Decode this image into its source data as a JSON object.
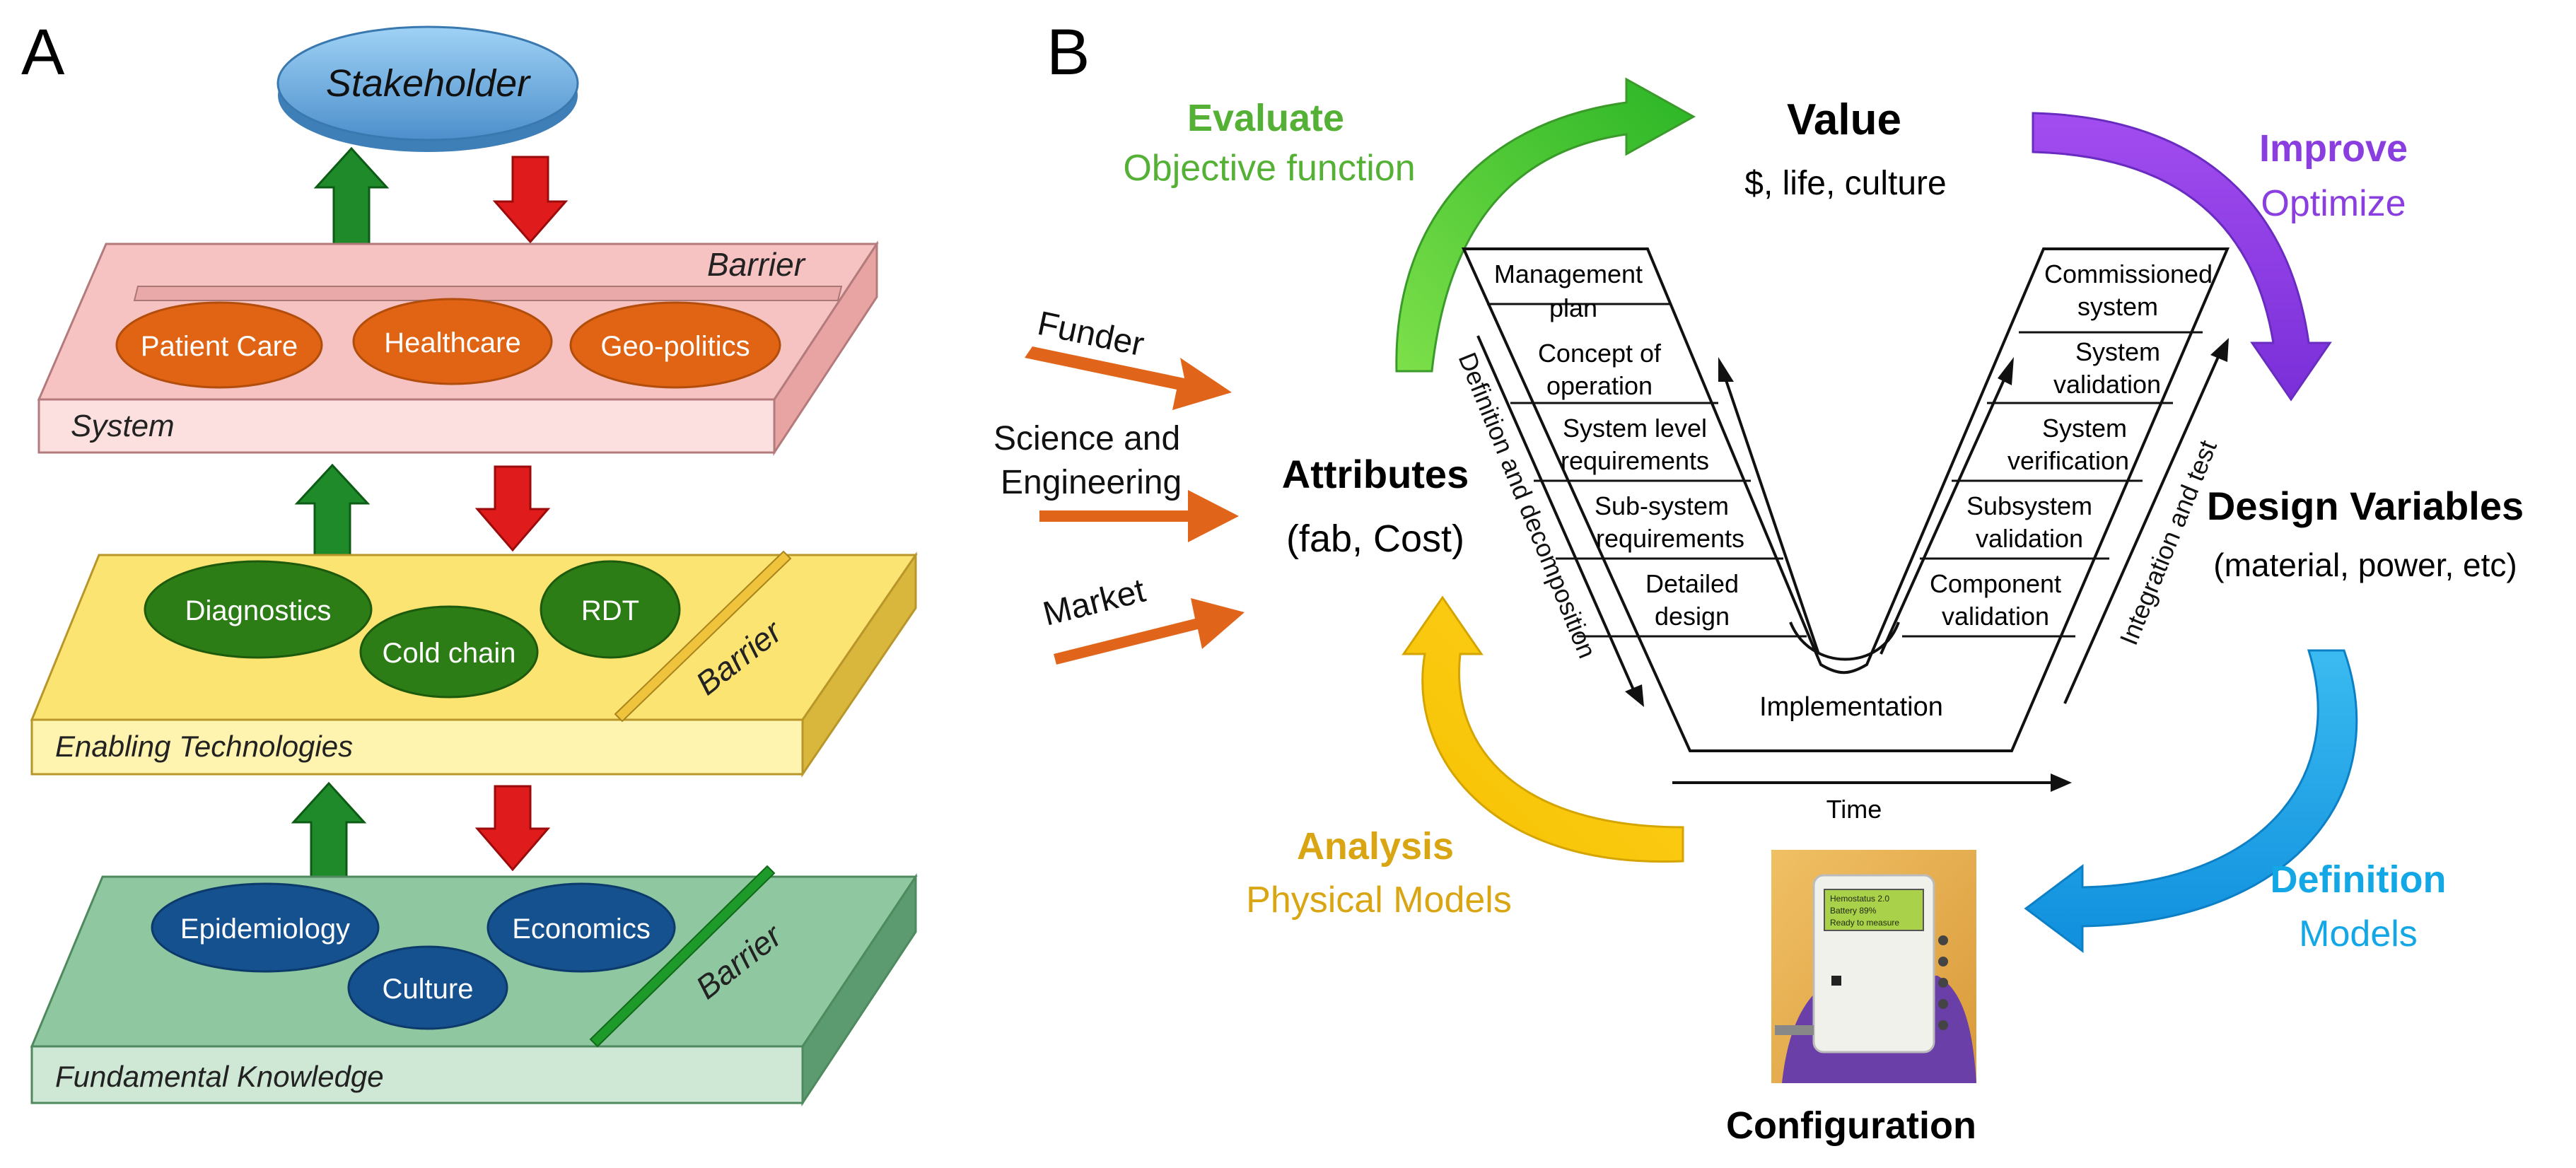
{
  "panel_a": {
    "label": "A",
    "stakeholder": "Stakeholder",
    "layers": {
      "system": {
        "title": "System",
        "barrier": "Barrier",
        "items": [
          "Patient Care",
          "Healthcare",
          "Geo-politics"
        ],
        "colors": {
          "top": "#f9c6c6",
          "front": "#fbdede",
          "side": "#e69f9f",
          "ellipse": "#e06414"
        }
      },
      "enabling": {
        "title": "Enabling Technologies",
        "barrier": "Barrier",
        "items": [
          "Diagnostics",
          "Cold chain",
          "RDT"
        ],
        "colors": {
          "top": "#fce473",
          "front": "#fff3b0",
          "side": "#d8b73c",
          "ellipse": "#2d7d16"
        }
      },
      "fundamental": {
        "title": "Fundamental Knowledge",
        "barrier": "Barrier",
        "items": [
          "Epidemiology",
          "Culture",
          "Economics"
        ],
        "colors": {
          "top": "#8fc7a0",
          "front": "#cfe8d5",
          "side": "#5c9b6f",
          "ellipse": "#15518f"
        }
      }
    },
    "arrow_colors": {
      "up": "#1f8a2a",
      "down": "#e01b1b"
    }
  },
  "panel_b": {
    "label": "B",
    "value": {
      "title": "Value",
      "subtitle": "$, life, culture"
    },
    "evaluate": {
      "title": "Evaluate",
      "subtitle": "Objective function",
      "color": "#55b135"
    },
    "improve": {
      "title": "Improve",
      "subtitle": "Optimize",
      "color": "#8a3ee0"
    },
    "definition": {
      "title": "Definition",
      "subtitle": "Models",
      "color": "#14a7e6"
    },
    "analysis": {
      "title": "Analysis",
      "subtitle": "Physical Models",
      "color": "#d9a512"
    },
    "attributes": {
      "title": "Attributes",
      "subtitle": "(fab, Cost)"
    },
    "design_variables": {
      "title": "Design Variables",
      "subtitle": "(material, power, etc)"
    },
    "configuration": "Configuration",
    "inputs": {
      "funder": "Funder",
      "science_line1": "Science and",
      "science_line2": "Engineering",
      "market": "Market",
      "arrow_color": "#e0651a"
    },
    "v_left": [
      [
        "Management",
        "plan"
      ],
      [
        "Concept of",
        "operation"
      ],
      [
        "System level",
        "requirements"
      ],
      [
        "Sub-system",
        "requirements"
      ],
      [
        "Detailed",
        "design"
      ]
    ],
    "v_right": [
      [
        "Commissioned",
        "system"
      ],
      [
        "System",
        "validation"
      ],
      [
        "System",
        "verification"
      ],
      [
        "Subsystem",
        "validation"
      ],
      [
        "Component",
        "validation"
      ]
    ],
    "implementation": "Implementation",
    "time": "Time",
    "left_arrow_label": "Definition and decomposition",
    "right_arrow_label": "Integration and test",
    "device_screen": [
      "Hemostatus 2.0",
      "Battery 89%",
      "Ready to measure"
    ]
  }
}
